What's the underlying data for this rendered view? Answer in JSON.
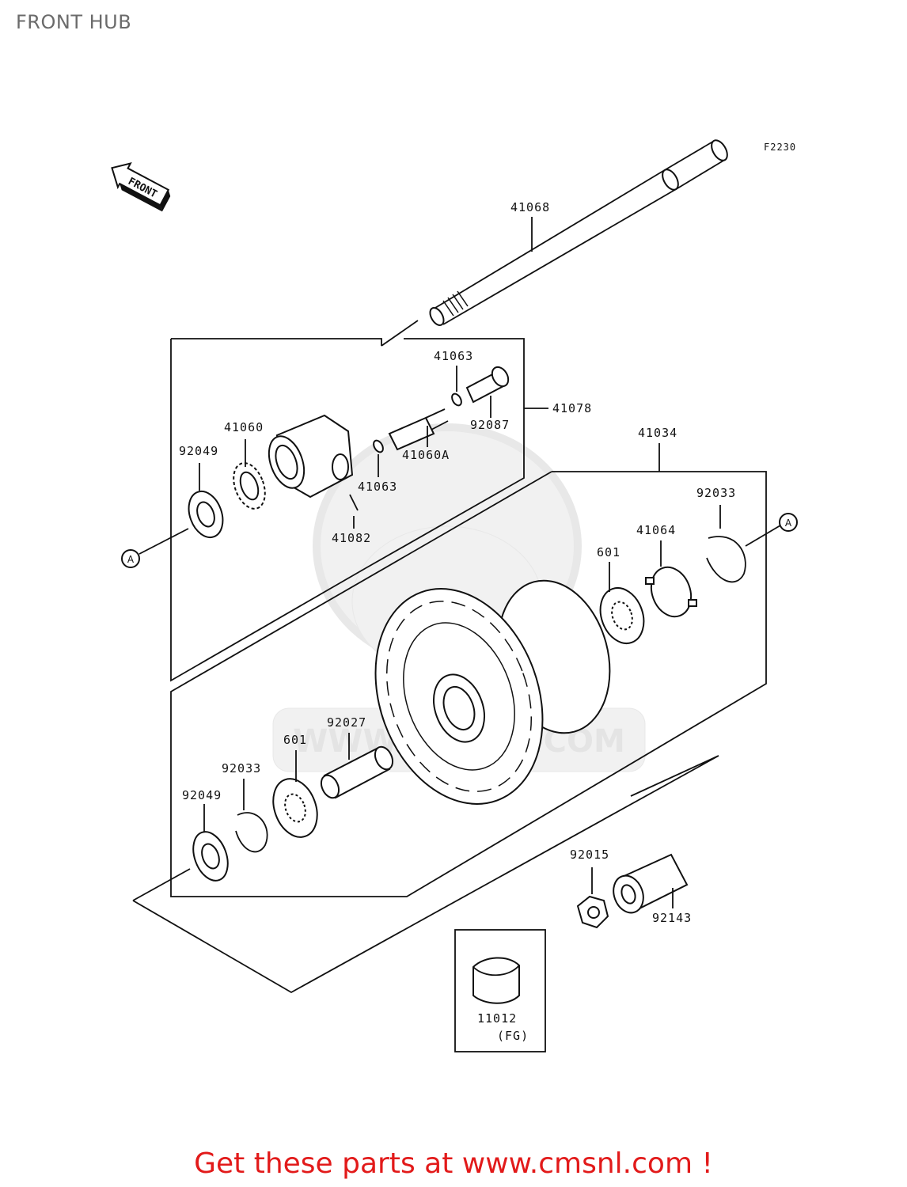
{
  "page": {
    "title": "FRONT HUB",
    "diagram_code": "F2230",
    "front_arrow_label": "FRONT",
    "footer": "Get these parts at www.cmsnl.com !",
    "watermark": "WWW.CMSNL.COM"
  },
  "callouts": {
    "A_left": "A",
    "A_right": "A"
  },
  "parts": {
    "p41068": "41068",
    "p41063a": "41063",
    "p41078": "41078",
    "p92087": "92087",
    "p41060": "41060",
    "p41060A": "41060A",
    "p92049a": "92049",
    "p41063b": "41063",
    "p41082": "41082",
    "p41034": "41034",
    "p92033a": "92033",
    "p41064": "41064",
    "p601a": "601",
    "p92027": "92027",
    "p601b": "601",
    "p92033b": "92033",
    "p92049b": "92049",
    "p92015": "92015",
    "p92143": "92143",
    "p11012": "11012",
    "p11012_note": "(FG)"
  }
}
